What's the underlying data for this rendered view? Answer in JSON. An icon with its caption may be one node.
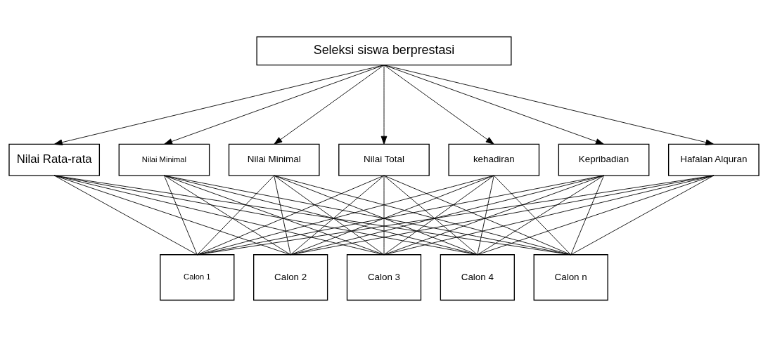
{
  "diagram": {
    "nodes": [
      {
        "text": [
          "Seleksi siswa berprestasi"
        ]
      },
      {
        "text": [
          "Nilai Rata-rata"
        ]
      },
      {
        "text": [
          "Nilai Minimal"
        ]
      },
      {
        "text": [
          "Nilai Minimal"
        ]
      },
      {
        "text": [
          "Nilai Total"
        ]
      },
      {
        "text": [
          "kehadiran"
        ]
      },
      {
        "text": [
          "Kepribadian"
        ]
      },
      {
        "text": [
          "Hafalan Alquran"
        ]
      },
      {
        "text": [
          "Calon 1"
        ]
      },
      {
        "text": [
          "Calon 2"
        ]
      },
      {
        "text": [
          "Calon 3"
        ]
      },
      {
        "text": [
          "Calon 4"
        ]
      },
      {
        "text": [
          "Calon n"
        ]
      }
    ],
    "edges": [
      {
        "from": 0,
        "to": 1,
        "arrow": "to"
      },
      {
        "from": 0,
        "to": 2,
        "arrow": "to"
      },
      {
        "from": 0,
        "to": 3,
        "arrow": "to"
      },
      {
        "from": 0,
        "to": 4,
        "arrow": "to"
      },
      {
        "from": 0,
        "to": 5,
        "arrow": "to"
      },
      {
        "from": 0,
        "to": 6,
        "arrow": "to"
      },
      {
        "from": 0,
        "to": 7,
        "arrow": "to"
      },
      {
        "from": 1,
        "to": 8,
        "arrow": "none"
      },
      {
        "from": 1,
        "to": 9,
        "arrow": "none"
      },
      {
        "from": 1,
        "to": 10,
        "arrow": "none"
      },
      {
        "from": 1,
        "to": 11,
        "arrow": "none"
      },
      {
        "from": 1,
        "to": 12,
        "arrow": "none"
      },
      {
        "from": 2,
        "to": 8,
        "arrow": "none"
      },
      {
        "from": 2,
        "to": 9,
        "arrow": "none"
      },
      {
        "from": 2,
        "to": 10,
        "arrow": "none"
      },
      {
        "from": 2,
        "to": 11,
        "arrow": "none"
      },
      {
        "from": 2,
        "to": 12,
        "arrow": "none"
      },
      {
        "from": 3,
        "to": 8,
        "arrow": "none"
      },
      {
        "from": 3,
        "to": 9,
        "arrow": "none"
      },
      {
        "from": 3,
        "to": 10,
        "arrow": "none"
      },
      {
        "from": 3,
        "to": 11,
        "arrow": "none"
      },
      {
        "from": 3,
        "to": 12,
        "arrow": "none"
      },
      {
        "from": 4,
        "to": 8,
        "arrow": "none"
      },
      {
        "from": 4,
        "to": 9,
        "arrow": "none"
      },
      {
        "from": 4,
        "to": 10,
        "arrow": "none"
      },
      {
        "from": 4,
        "to": 11,
        "arrow": "none"
      },
      {
        "from": 4,
        "to": 12,
        "arrow": "none"
      },
      {
        "from": 5,
        "to": 8,
        "arrow": "none"
      },
      {
        "from": 5,
        "to": 9,
        "arrow": "none"
      },
      {
        "from": 5,
        "to": 10,
        "arrow": "none"
      },
      {
        "from": 5,
        "to": 11,
        "arrow": "none"
      },
      {
        "from": 5,
        "to": 12,
        "arrow": "none"
      },
      {
        "from": 6,
        "to": 8,
        "arrow": "none"
      },
      {
        "from": 6,
        "to": 9,
        "arrow": "none"
      },
      {
        "from": 6,
        "to": 10,
        "arrow": "none"
      },
      {
        "from": 6,
        "to": 11,
        "arrow": "none"
      },
      {
        "from": 6,
        "to": 12,
        "arrow": "none"
      },
      {
        "from": 7,
        "to": 8,
        "arrow": "none"
      },
      {
        "from": 7,
        "to": 9,
        "arrow": "none"
      },
      {
        "from": 7,
        "to": 10,
        "arrow": "none"
      },
      {
        "from": 7,
        "to": 11,
        "arrow": "none"
      },
      {
        "from": 7,
        "to": 12,
        "arrow": "none"
      }
    ]
  }
}
